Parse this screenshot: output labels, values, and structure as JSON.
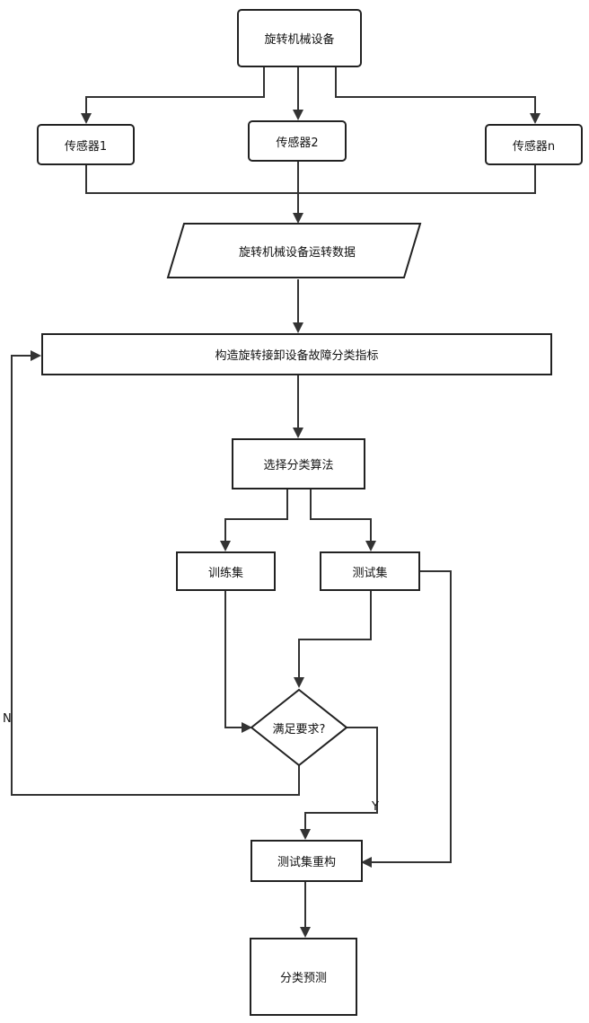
{
  "nodes": {
    "equipment": "旋转机械设备",
    "sensor_1": "传感器1",
    "sensor_2": "传感器2",
    "sensor_n": "传感器n",
    "operating_data": "旋转机械设备运转数据",
    "construct_indicators": "构造旋转接卸设备故障分类指标",
    "select_algorithm": "选择分类算法",
    "training_set": "训练集",
    "test_set": "测试集",
    "decision": "满足要求?",
    "test_set_rebuild": "测试集重构",
    "classification_prediction": "分类预测"
  },
  "edge_labels": {
    "no": "N",
    "yes": "Y"
  }
}
